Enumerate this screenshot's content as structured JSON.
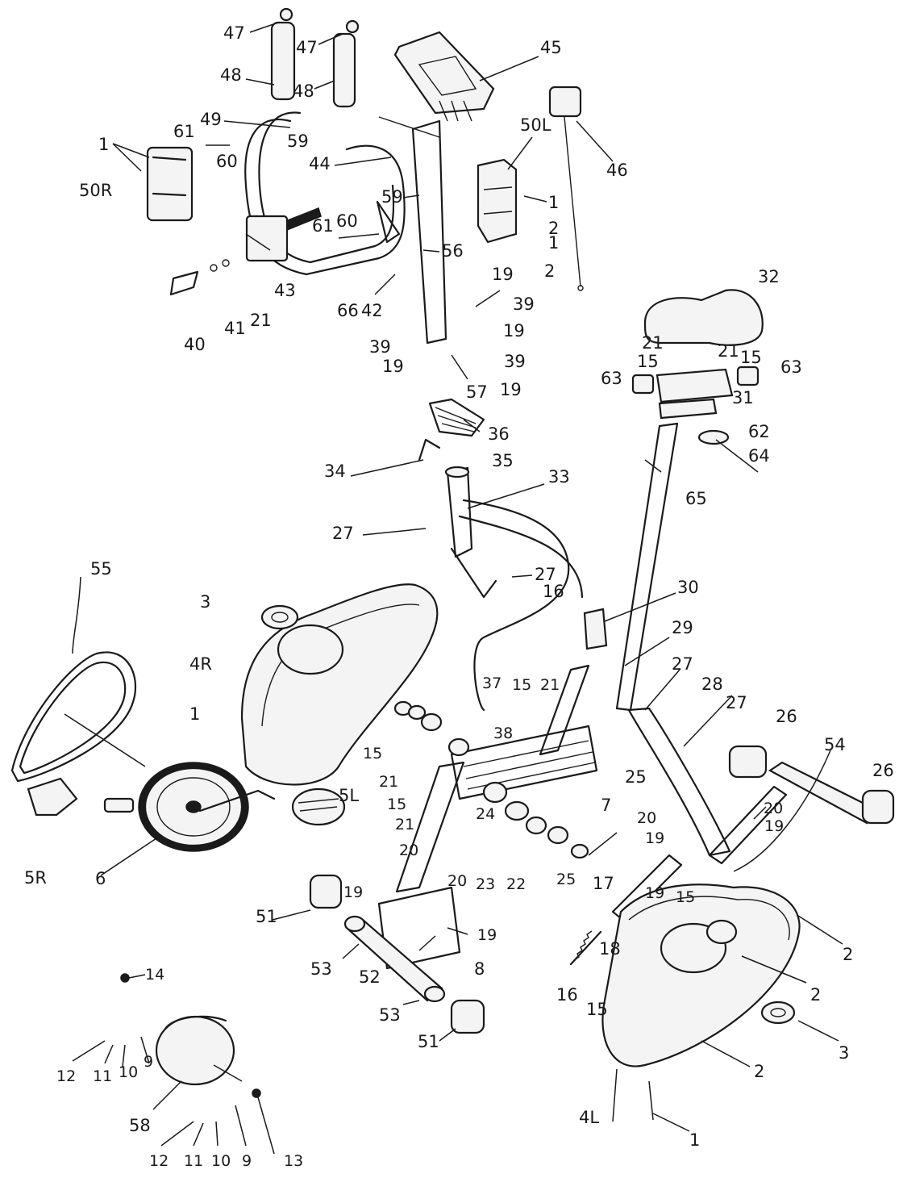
{
  "callouts": [
    "47",
    "47",
    "48",
    "48",
    "45",
    "49",
    "59",
    "61",
    "60",
    "1",
    "50R",
    "44",
    "50L",
    "46",
    "1",
    "59",
    "2",
    "1",
    "2",
    "61",
    "60",
    "43",
    "56",
    "66",
    "42",
    "40",
    "41",
    "21",
    "19",
    "39",
    "19",
    "39",
    "19",
    "39",
    "19",
    "57",
    "32",
    "21",
    "21",
    "15",
    "15",
    "63",
    "63",
    "31",
    "62",
    "64",
    "65",
    "36",
    "34",
    "35",
    "33",
    "27",
    "27",
    "16",
    "30",
    "55",
    "3",
    "4R",
    "29",
    "27",
    "28",
    "27",
    "37",
    "15",
    "21",
    "38",
    "1",
    "15",
    "21",
    "15",
    "21",
    "25",
    "26",
    "54",
    "26",
    "7",
    "24",
    "20",
    "20",
    "19",
    "19",
    "5L",
    "6",
    "5R",
    "20",
    "23",
    "22",
    "25",
    "19",
    "20",
    "17",
    "19",
    "15",
    "51",
    "19",
    "18",
    "2",
    "8",
    "53",
    "52",
    "2",
    "16",
    "15",
    "3",
    "53",
    "51",
    "14",
    "9",
    "10",
    "11",
    "12",
    "58",
    "2",
    "4L",
    "1",
    "12",
    "11",
    "10",
    "9",
    "13"
  ]
}
